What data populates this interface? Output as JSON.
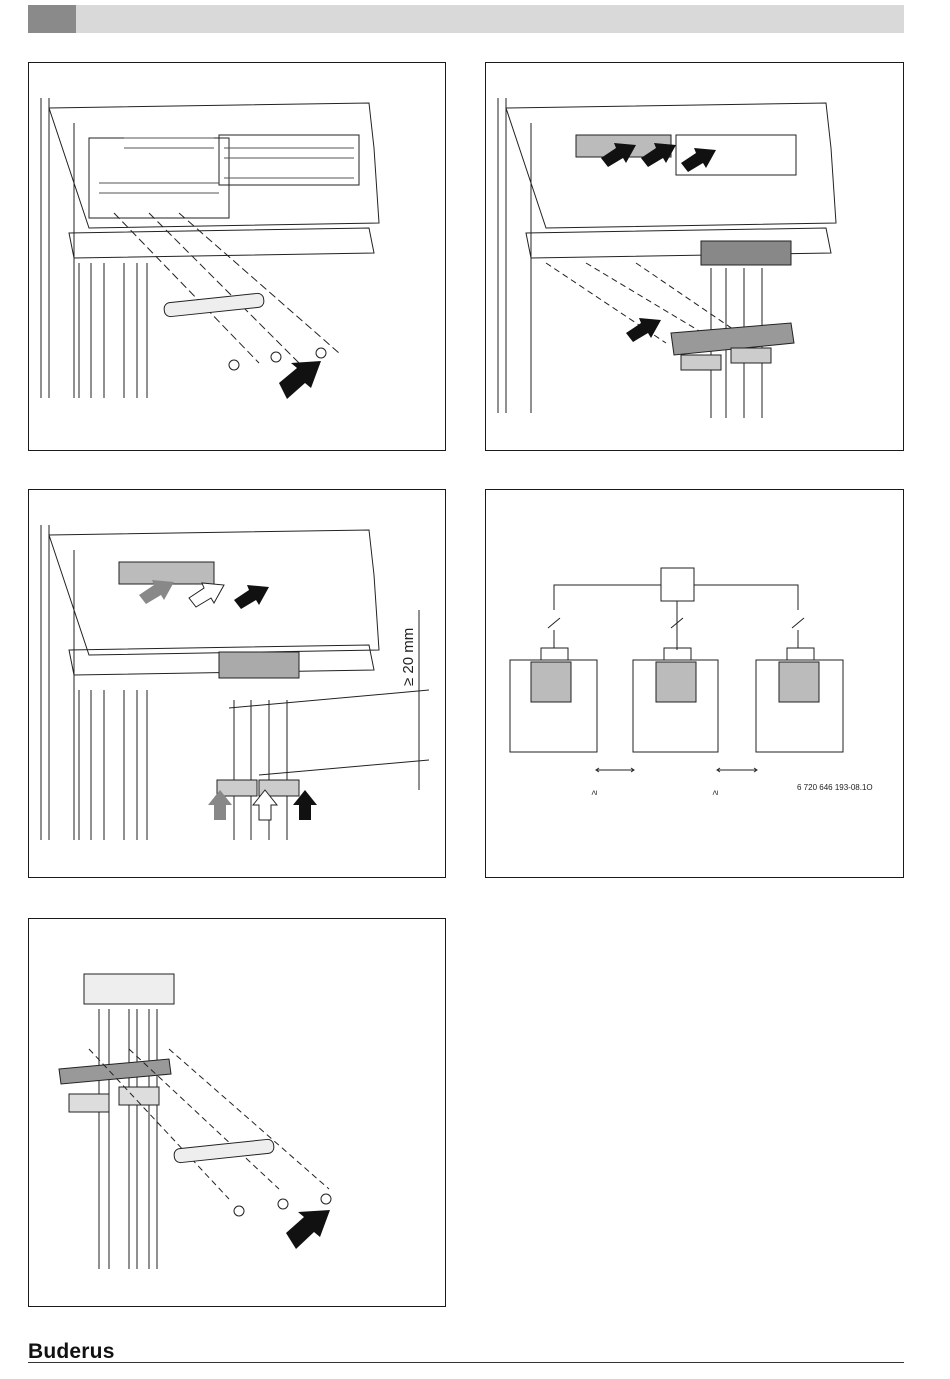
{
  "header": {
    "bar_color": "#d9d9d9",
    "tab_color": "#8a8a8a"
  },
  "figures": {
    "fig3": {
      "clearance_label": "≥ 20 mm"
    },
    "fig4": {
      "ge_left": "≥",
      "ge_right": "≥",
      "figure_id": "6 720 646 193-08.1O"
    }
  },
  "footer": {
    "brand": "Buderus"
  },
  "icons": [
    "arrow-icon",
    "screw-icon",
    "clamp-bar-icon",
    "terminal-block-icon"
  ]
}
